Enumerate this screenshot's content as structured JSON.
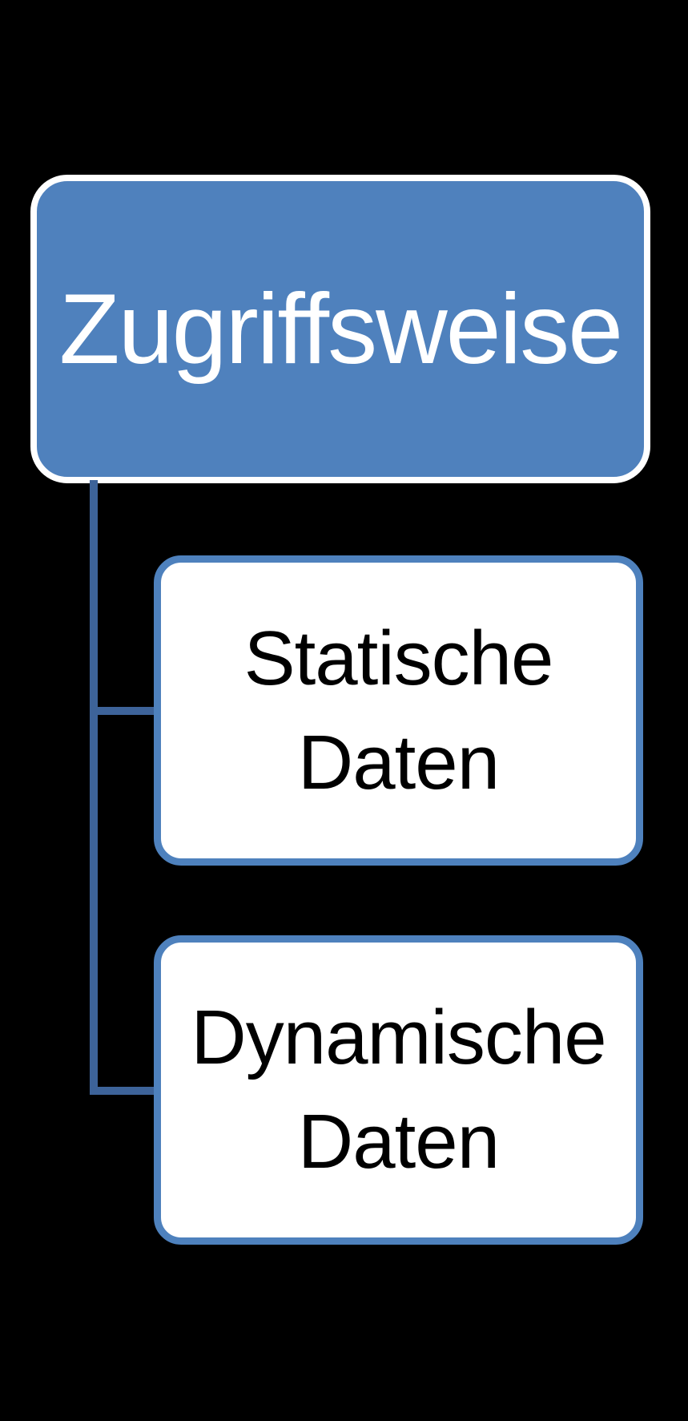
{
  "diagram": {
    "type": "hierarchy",
    "root": {
      "label": "Zugriffsweise"
    },
    "children": [
      {
        "label": "Statische Daten",
        "lines": [
          "Statische",
          "Daten"
        ]
      },
      {
        "label": "Dynamische Daten",
        "lines": [
          "Dynamische",
          "Daten"
        ]
      }
    ],
    "colors": {
      "background": "#000000",
      "root_fill": "#4F81BD",
      "root_border": "#FFFFFF",
      "root_text": "#FFFFFF",
      "child_fill": "#FFFFFF",
      "child_border": "#4E81BD",
      "child_text": "#000000",
      "connector": "#3D6399"
    }
  }
}
